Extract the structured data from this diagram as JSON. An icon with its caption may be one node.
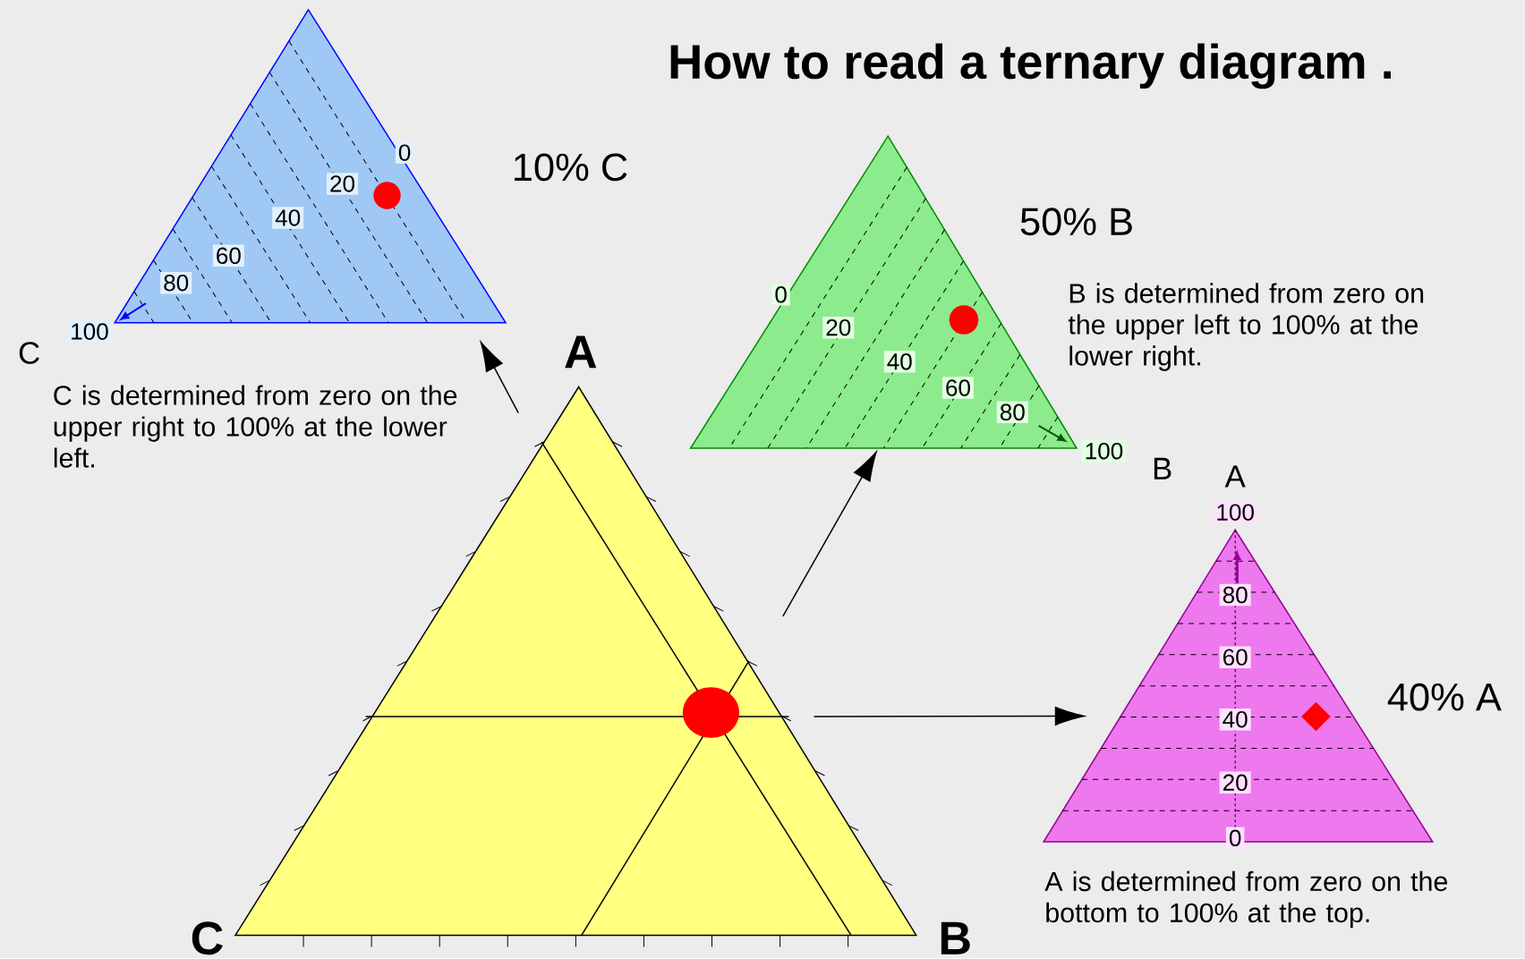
{
  "diagram": {
    "title": "How to read a ternary diagram .",
    "nodes": [
      {
        "text": [],
        "shape": "triangle",
        "beside": [
          "A",
          "B",
          "C"
        ]
      },
      {
        "text": [],
        "shape": "triangle",
        "beside": [
          "10% C",
          "C"
        ]
      },
      {
        "text": [],
        "shape": "triangle",
        "beside": [
          "50% B",
          "B is determined from zero on the upper left to 100% at the lower right.",
          "B"
        ]
      },
      {
        "text": [],
        "shape": "triangle",
        "beside": [
          "A",
          "40% A",
          "A is determined from zero on the bottom to 100% at the top."
        ]
      }
    ],
    "edges": [
      {
        "from": 0,
        "to": 1,
        "arrow": "to"
      },
      {
        "from": 0,
        "to": 2,
        "arrow": "to"
      },
      {
        "from": 0,
        "to": 3,
        "arrow": "to"
      }
    ],
    "labels": [
      "C is determined from zero on the upper right to 100% at the lower left.",
      "0",
      "20",
      "40",
      "60",
      "80",
      "100",
      "0",
      "20",
      "40",
      "60",
      "80",
      "100",
      "100",
      "80",
      "60",
      "40",
      "20",
      "0"
    ]
  }
}
